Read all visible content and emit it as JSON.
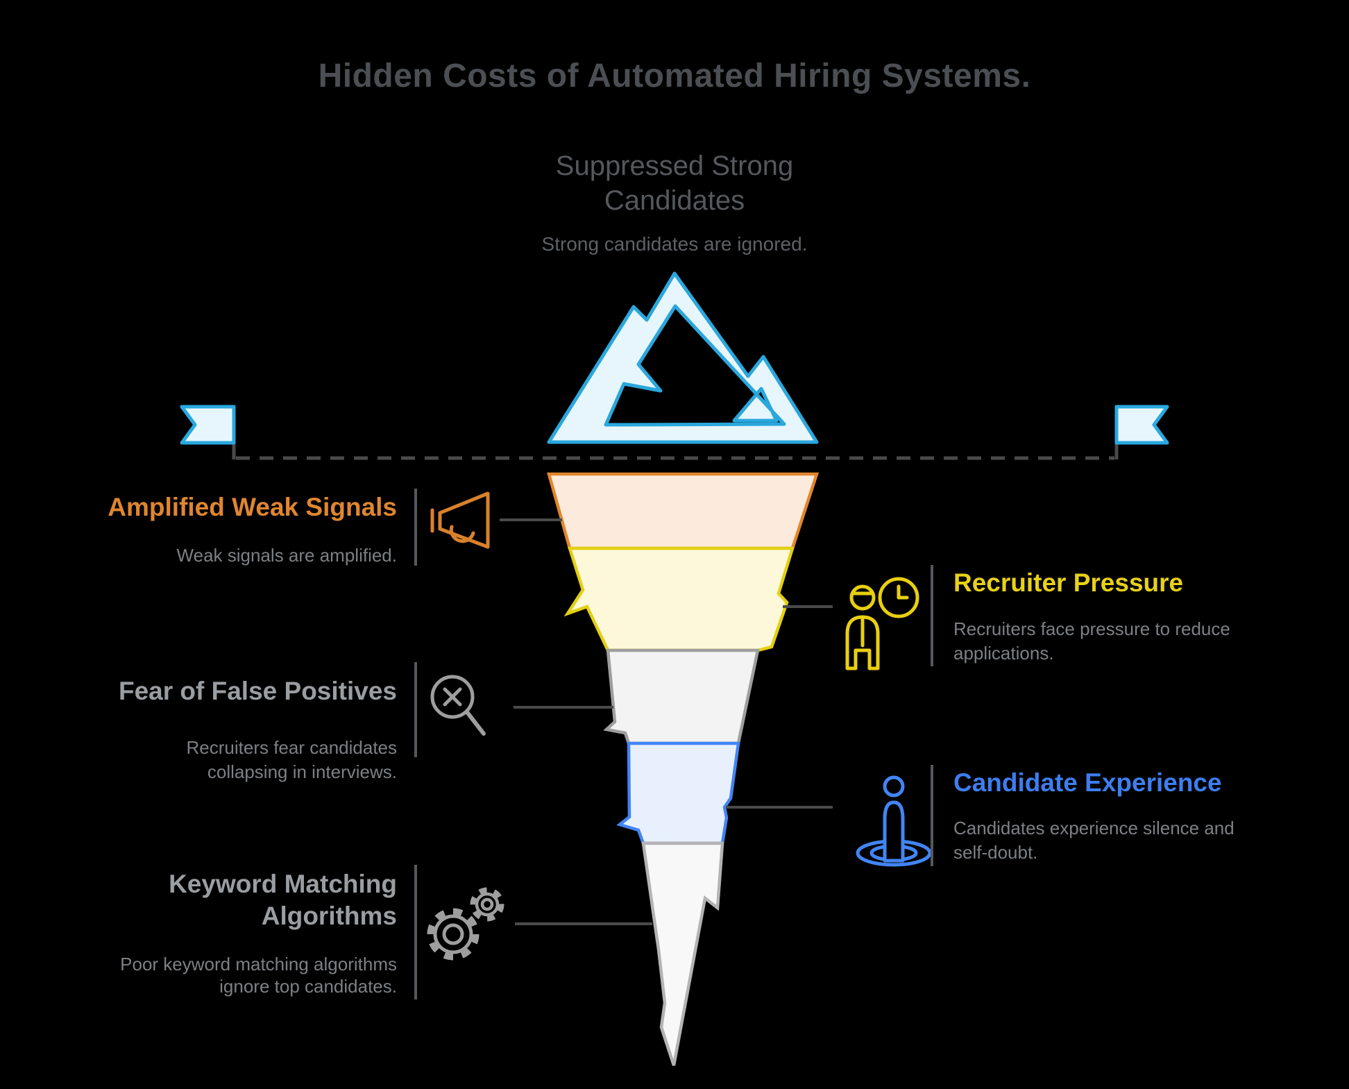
{
  "title": "Hidden Costs of Automated Hiring Systems.",
  "iceberg": {
    "heading_lines": [
      "Suppressed Strong",
      "Candidates"
    ],
    "subtitle": "Strong candidates are ignored."
  },
  "items": [
    {
      "title_lines": [
        "Amplified Weak Signals"
      ],
      "description_lines": [
        "Weak signals are amplified."
      ],
      "accent": "#E0862F",
      "icon": "megaphone-icon",
      "side": "left"
    },
    {
      "title_lines": [
        "Recruiter Pressure"
      ],
      "description_lines": [
        "Recruiters face pressure to reduce",
        "applications."
      ],
      "accent": "#E8D118",
      "icon": "person-clock-icon",
      "side": "right"
    },
    {
      "title_lines": [
        "Fear of False Positives"
      ],
      "description_lines": [
        "Recruiters fear candidates",
        "collapsing in interviews."
      ],
      "accent": "#9A9DA1",
      "icon": "search-x-icon",
      "side": "left"
    },
    {
      "title_lines": [
        "Candidate Experience"
      ],
      "description_lines": [
        "Candidates experience silence and",
        "self-doubt."
      ],
      "accent": "#3D7EF0",
      "icon": "person-target-icon",
      "side": "right"
    },
    {
      "title_lines": [
        "Keyword Matching",
        "Algorithms"
      ],
      "description_lines": [
        "Poor keyword matching algorithms",
        "ignore top candidates."
      ],
      "accent": "#9A9DA1",
      "icon": "gears-icon",
      "side": "left"
    }
  ],
  "palette": {
    "mountain_fill": "#E7F6FD",
    "mountain_stroke": "#2AA7DC",
    "flag_fill": "#E7F6FD",
    "flag_stroke": "#29A9E0",
    "waterline": "#4A4A4A",
    "connector": "#4A4A4A",
    "bands": [
      {
        "fill": "#FCEBDC",
        "stroke": "#E2862C"
      },
      {
        "fill": "#FCF8D9",
        "stroke": "#E3CF11"
      },
      {
        "fill": "#F3F3F3",
        "stroke": "#9E9E9E"
      },
      {
        "fill": "#E9F0FD",
        "stroke": "#4285F4"
      },
      {
        "fill": "#F8F8F8",
        "stroke": "#B3B3B3"
      }
    ],
    "icon_megaphone": "#D9822B",
    "icon_person_clock": "#E8CF10",
    "icon_search_x": "#9E9E9E",
    "icon_person_target": "#4285F4",
    "icon_gears": "#9E9E9E"
  }
}
